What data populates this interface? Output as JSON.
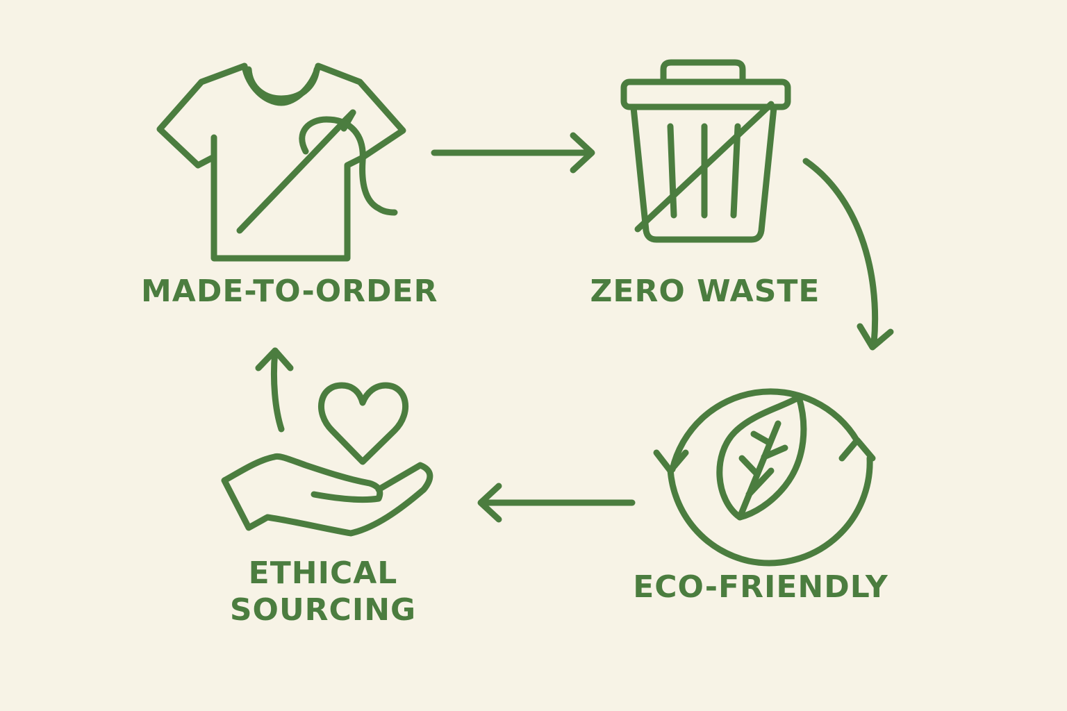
{
  "theme": {
    "accent": "#4b7d3f",
    "background": "#f7f3e6"
  },
  "stages": [
    {
      "label": "MADE-TO-ORDER",
      "icon": "t-shirt-needle-icon"
    },
    {
      "label": "ZERO WASTE",
      "icon": "crossed-out-trash-can-icon"
    },
    {
      "label": "ECO-FRIENDLY",
      "icon": "leaf-recycle-circle-icon"
    },
    {
      "label": "ETHICAL\nSOURCING",
      "icon": "hand-holding-heart-icon"
    }
  ],
  "flow": [
    "MADE-TO-ORDER",
    "ZERO WASTE",
    "ECO-FRIENDLY",
    "ETHICAL\nSOURCING",
    "MADE-TO-ORDER"
  ]
}
